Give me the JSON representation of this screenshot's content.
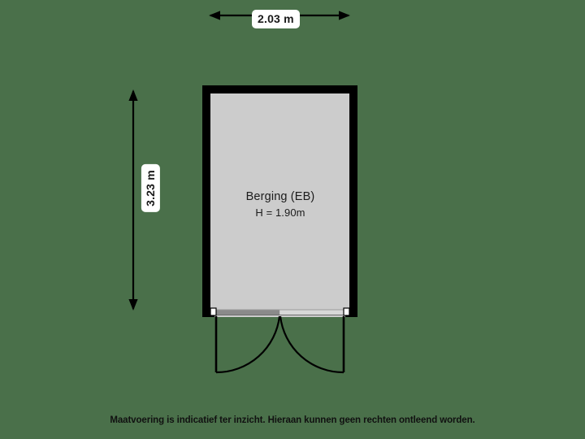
{
  "plan": {
    "title": "Berging (EB) floor plan",
    "background_color": "#4a704a",
    "room_fill_color": "#cccccc",
    "wall_color": "#000000",
    "label_background_color": "#ffffff",
    "text_color": "#1a1a1a"
  },
  "dimensions": {
    "top": {
      "label": "2.03 m",
      "orientation": "horizontal",
      "value": 2.03,
      "unit": "m"
    },
    "left": {
      "label": "3.23 m",
      "orientation": "vertical",
      "value": 3.23,
      "unit": "m"
    }
  },
  "room": {
    "name": "Berging (EB)",
    "height_label": "H = 1.90m",
    "height_value": 1.9,
    "height_unit": "m"
  },
  "door": {
    "type": "double-door",
    "swing": "outward",
    "leaf_count": 2
  },
  "footer": {
    "note": "Maatvoering is indicatief ter inzicht. Hieraan kunnen geen rechten ontleend worden."
  }
}
